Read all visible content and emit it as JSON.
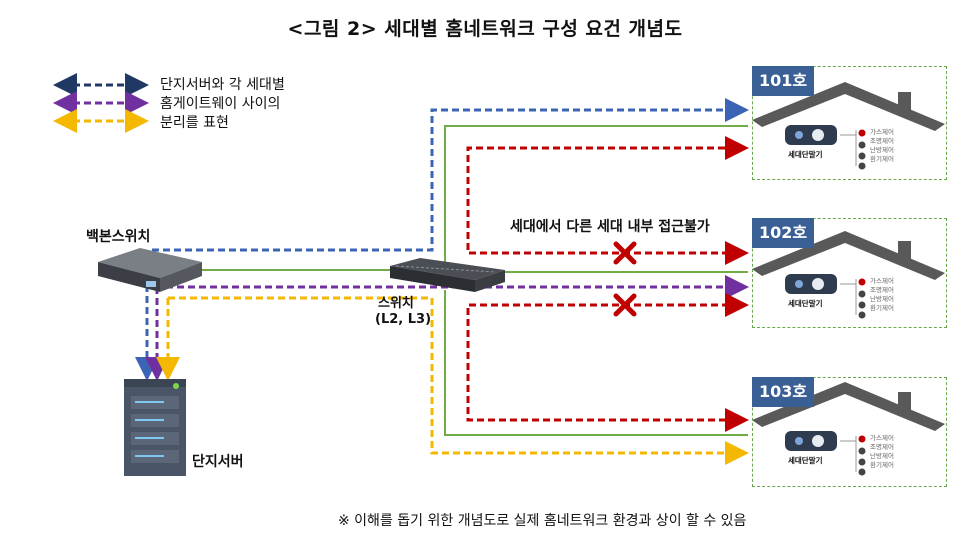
{
  "title": "<그림 2> 세대별 홈네트워크 구성 요건 개념도",
  "legend": {
    "lines": [
      "단지서버와 각 세대별",
      "홈게이트웨이 사이의",
      "분리를 표현"
    ],
    "colors": {
      "navy": "#1f3864",
      "blue": "#3c64b4",
      "purple": "#7030a0",
      "yellow": "#f5b800",
      "green": "#70ad47",
      "red": "#c00000"
    }
  },
  "backbone_label": "백본스위치",
  "server_label": "단지서버",
  "switch_label_line1": "스위치",
  "switch_label_line2": "(L2, L3)",
  "blocked_label": "세대에서 다른 세대 내부 접근불가",
  "units": [
    {
      "label": "101호",
      "terminal": "세대단말기",
      "devices": [
        "가스제어",
        "조명제어",
        "난방제어",
        "환기제어"
      ]
    },
    {
      "label": "102호",
      "terminal": "세대단말기",
      "devices": [
        "가스제어",
        "조명제어",
        "난방제어",
        "환기제어"
      ]
    },
    {
      "label": "103호",
      "terminal": "세대단말기",
      "devices": [
        "가스제어",
        "조명제어",
        "난방제어",
        "환기제어"
      ]
    }
  ],
  "footnote": "※ 이해를 돕기 위한 개념도로 실제 홈네트워크 환경과 상이 할 수 있음"
}
